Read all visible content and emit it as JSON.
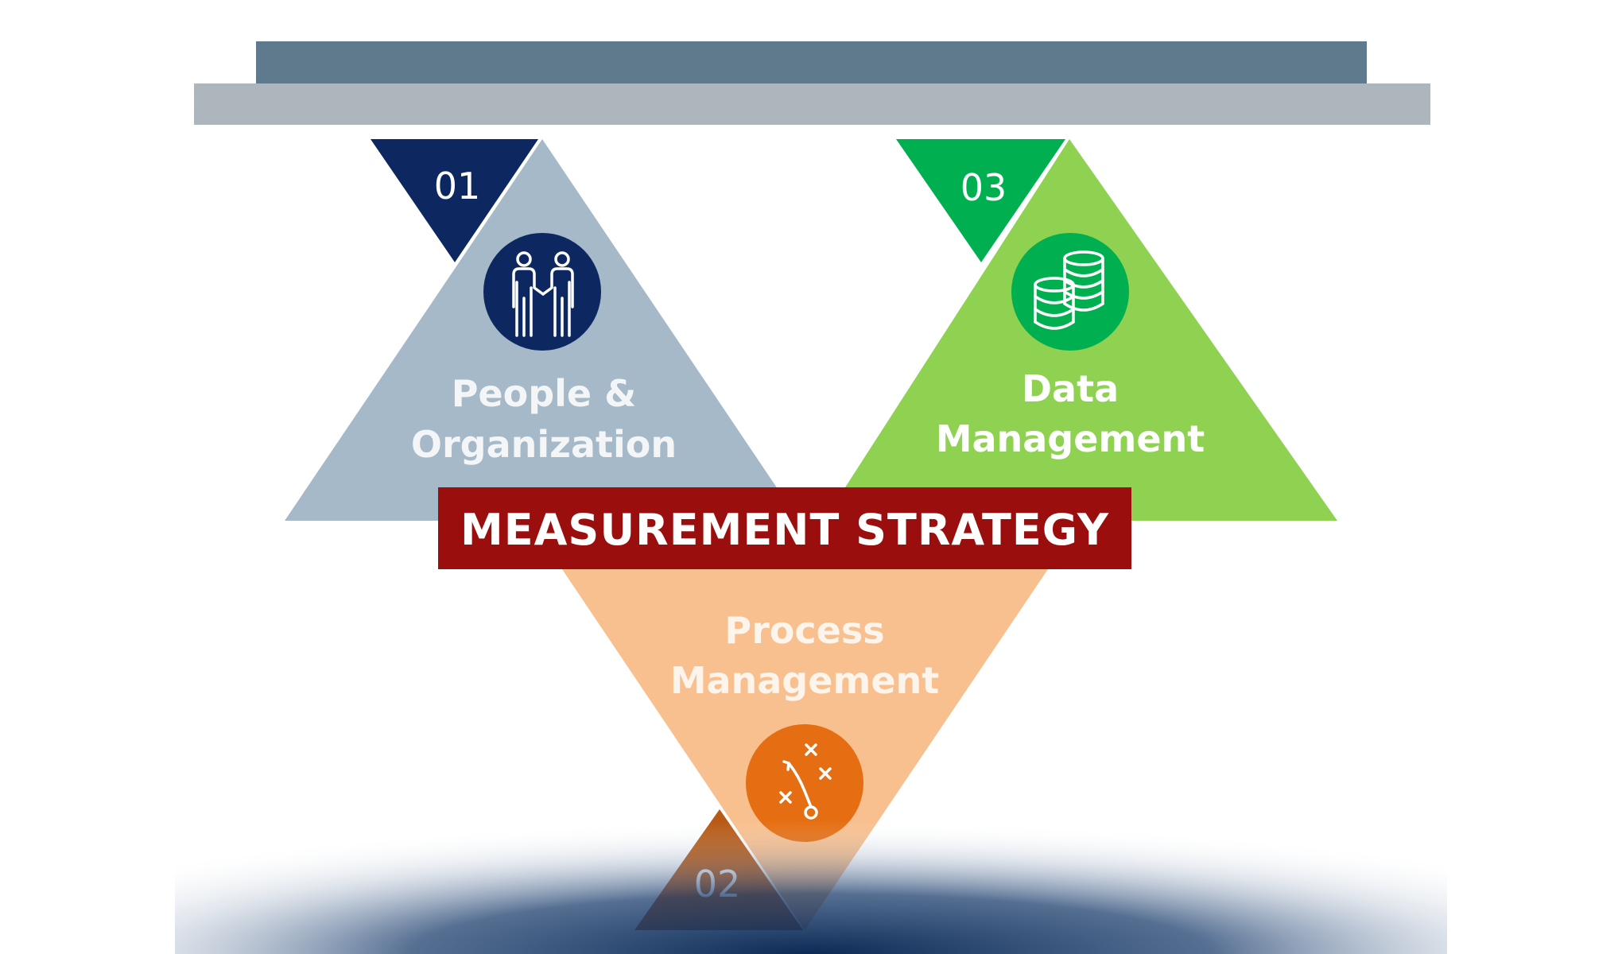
{
  "banner": {
    "title": "MEASUREMENT STRATEGY",
    "color": "#9b0e0e"
  },
  "pillars": [
    {
      "number": "01",
      "label_line1": "People &",
      "label_line2": "Organization",
      "icon": "people-holding-hands-icon",
      "triangle_color": "#a5b9c8",
      "badge_color": "#0d2860",
      "icon_circle_color": "#0d2860",
      "label_color": "#f3f5f7"
    },
    {
      "number": "02",
      "label_line1": "Process",
      "label_line2": "Management",
      "icon": "strategy-play-icon",
      "triangle_color": "#f8c08f",
      "badge_color": "#b75a16",
      "icon_circle_color": "#e56e12",
      "label_color": "#fdf4ec"
    },
    {
      "number": "03",
      "label_line1": "Data",
      "label_line2": "Management",
      "icon": "database-stack-icon",
      "triangle_color": "#8fd150",
      "badge_color": "#00b050",
      "icon_circle_color": "#00b050",
      "label_color": "#ffffff"
    }
  ],
  "beam": {
    "top_color": "#5e7a8c",
    "bottom_color": "#adb5bd"
  }
}
